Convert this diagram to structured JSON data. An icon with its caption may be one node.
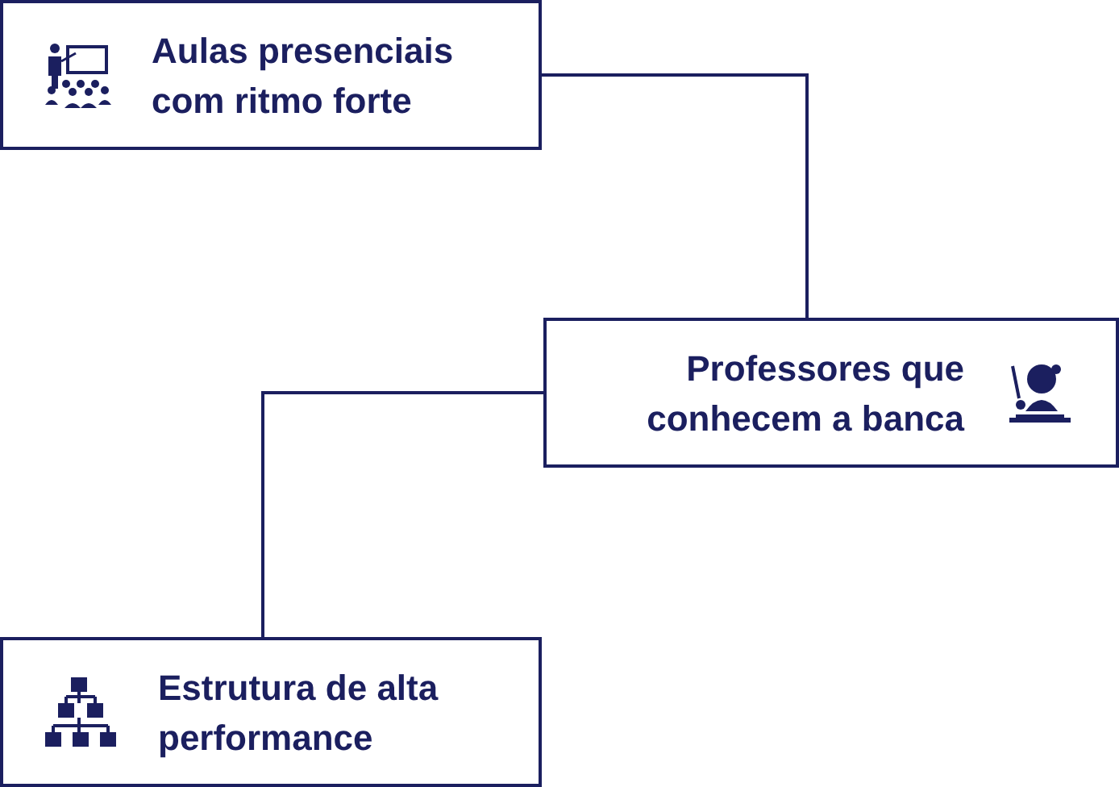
{
  "diagram": {
    "nodes": [
      {
        "text": [
          "Aulas presenciais com ritmo forte"
        ]
      },
      {
        "text": [
          "Professores que conhecem a banca"
        ]
      },
      {
        "text": [
          "Estrutura de alta performance"
        ]
      }
    ],
    "edges": [
      {
        "from": 0,
        "to": 1,
        "arrow": "none"
      },
      {
        "from": 1,
        "to": 2,
        "arrow": "none"
      }
    ]
  }
}
